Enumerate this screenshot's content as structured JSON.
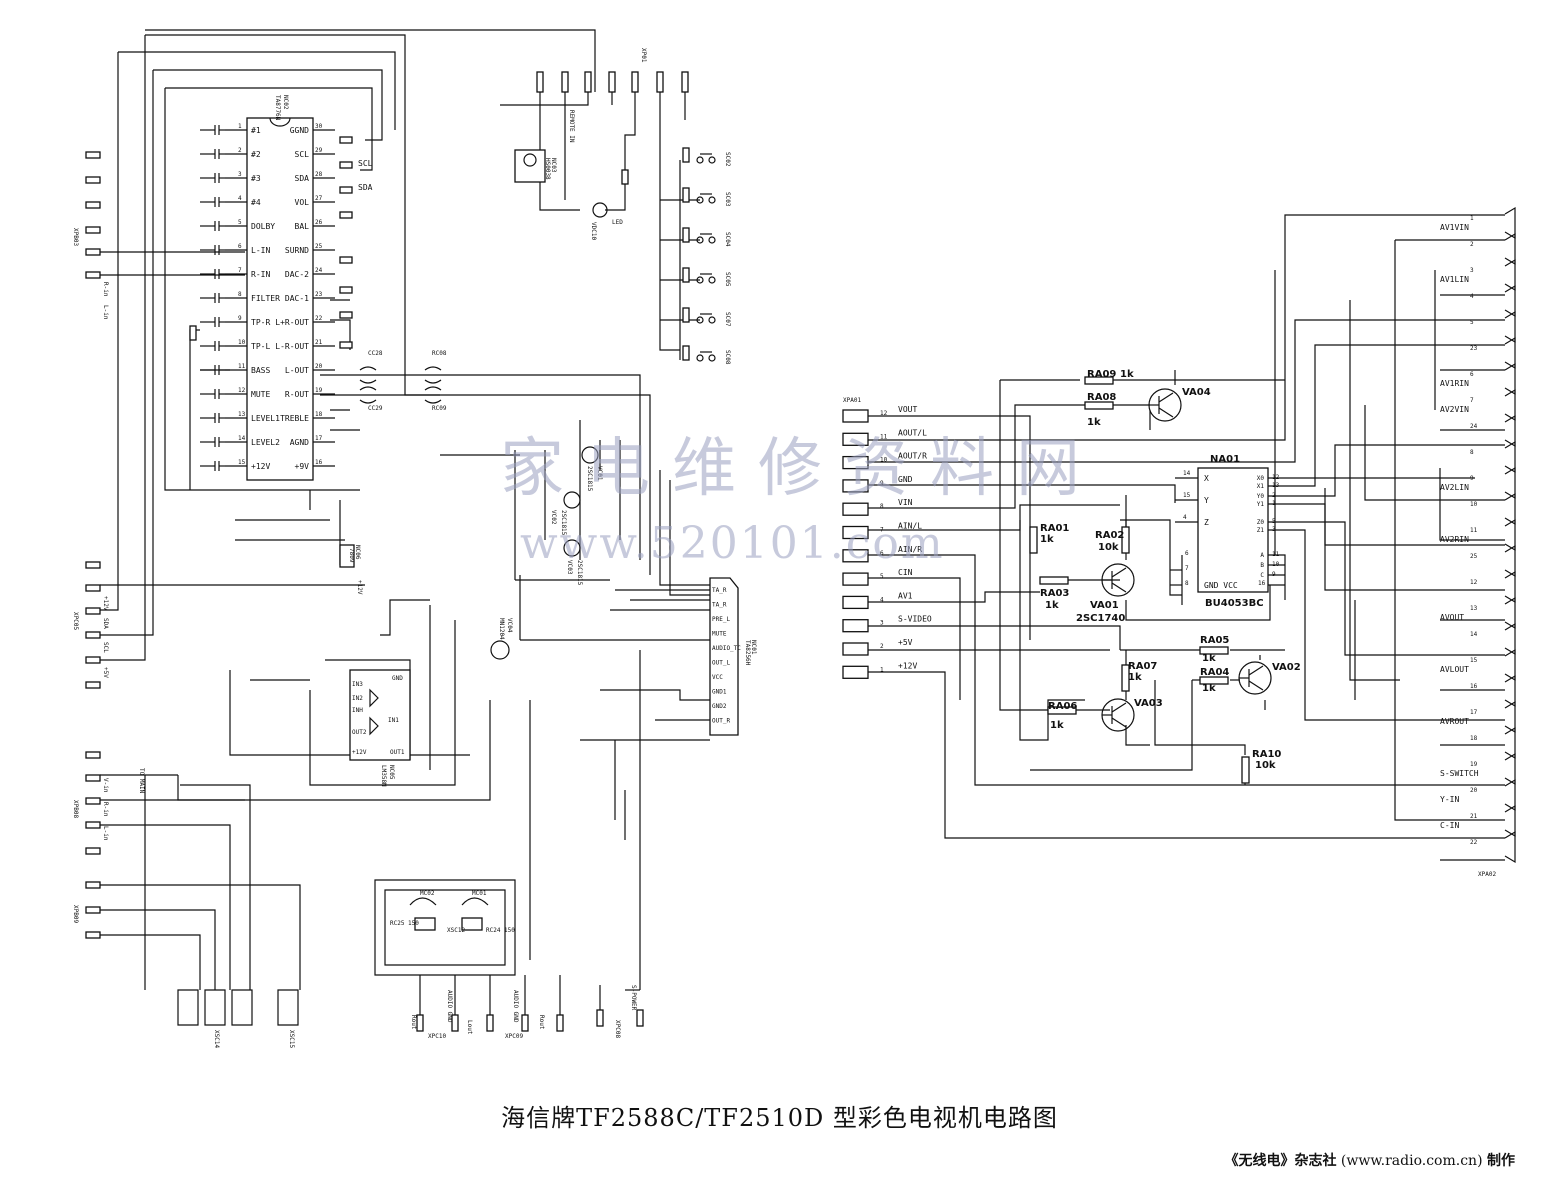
{
  "caption": "海信牌TF2588C/TF2510D 型彩色电视机电路图",
  "credit": {
    "magazine": "《无线电》杂志社",
    "url": "(www.radio.com.cn)",
    "suffix": "制作"
  },
  "watermark": {
    "chinese": "家电维修资料网",
    "url": "www.520101.com"
  },
  "left": {
    "ic_main": {
      "ref": "NC02",
      "part": "TA8776N",
      "left_pins": [
        "#1",
        "#2",
        "#3",
        "#4",
        "DOLBY",
        "L-IN",
        "R-IN",
        "FILTER",
        "TP-R",
        "TP-L",
        "BASS",
        "MUTE",
        "LEVEL1",
        "LEVEL2",
        "+12V"
      ],
      "right_pins": [
        "GGND",
        "SCL",
        "SDA",
        "VOL",
        "BAL",
        "SURND",
        "DAC-2",
        "DAC-1",
        "L+R-OUT",
        "L-R-OUT",
        "L-OUT",
        "R-OUT",
        "TREBLE",
        "AGND",
        "+9V"
      ],
      "left_nums": [
        "1",
        "2",
        "3",
        "4",
        "5",
        "6",
        "7",
        "8",
        "9",
        "10",
        "11",
        "12",
        "13",
        "14",
        "15"
      ],
      "right_nums": [
        "30",
        "29",
        "28",
        "27",
        "26",
        "25",
        "24",
        "23",
        "22",
        "21",
        "20",
        "19",
        "18",
        "17",
        "16"
      ]
    },
    "net_labels": [
      "SCL",
      "SDA"
    ],
    "connectors": {
      "xpb03": "XPB03",
      "xpb03_pins": [
        "R-in",
        "L-in"
      ],
      "xpc05": "XPC05",
      "xpc05_pins": [
        "+12V",
        "SDA",
        "SCL",
        "+5V"
      ],
      "xpb08": "XPB08",
      "xpb08_pins": [
        "V-in",
        "R-in",
        "L-in"
      ],
      "xpb09": "XPB09",
      "to_main": "TO MAIN",
      "xpc10": "XPC10",
      "xpc09": "XPC09",
      "xpc08": "XPC08",
      "xp01": "XP01",
      "xsc14": "XSC14",
      "xsc15": "XSC15",
      "bottom_labels": [
        "Rout",
        "AUDIO GND",
        "Lout",
        "AUDIO GND",
        "Rout"
      ],
      "s_power": "S-POWER"
    },
    "remote": {
      "label": "REMOTE IN",
      "ref": "NC03",
      "part": "HS0038",
      "led": "LED",
      "vd": "VDC10"
    },
    "ic_amp": {
      "ref": "NC01",
      "part": "TA8256H",
      "pins": [
        "TA_R",
        "TA_R",
        "PRE_L",
        "MUTE",
        "AUDIO_TC",
        "OUT_L",
        "VCC",
        "GND1",
        "GND2",
        "OUT_R"
      ]
    },
    "ic_reg": {
      "ref": "NC05",
      "part": "LM358N",
      "pins": [
        "GND",
        "IN3",
        "IN2",
        "INH",
        "IN1",
        "OUT2",
        "+12V",
        "OUT1"
      ]
    },
    "ic_7809": {
      "ref": "NC06",
      "part": "7809",
      "pin": "+12V"
    },
    "transistors": [
      "VC01",
      "VC02",
      "VC03",
      "VC04"
    ],
    "transistor_parts": [
      "2SC1815",
      "2SC1815",
      "2SC1815",
      "MN1204"
    ],
    "mc": [
      "MC02",
      "MC01"
    ],
    "sc_switches": [
      "SC02",
      "SC03",
      "SC04",
      "SC05",
      "SC07",
      "SC08"
    ],
    "coupling": [
      "CC28",
      "CC29",
      "RC08",
      "RC09"
    ],
    "misc_labels": [
      "RC24 150",
      "RC25 150",
      "XSC12"
    ]
  },
  "right": {
    "connector_in": {
      "ref": "XPA01",
      "pins": [
        {
          "num": "12",
          "name": "VOUT"
        },
        {
          "num": "11",
          "name": "AOUT/L"
        },
        {
          "num": "10",
          "name": "AOUT/R"
        },
        {
          "num": "9",
          "name": "GND"
        },
        {
          "num": "8",
          "name": "VIN"
        },
        {
          "num": "7",
          "name": "AIN/L"
        },
        {
          "num": "6",
          "name": "AIN/R"
        },
        {
          "num": "5",
          "name": "CIN"
        },
        {
          "num": "4",
          "name": "AV1"
        },
        {
          "num": "3",
          "name": "S-VIDEO"
        },
        {
          "num": "2",
          "name": "+5V"
        },
        {
          "num": "1",
          "name": "+12V"
        }
      ]
    },
    "ic": {
      "ref": "NA01",
      "part": "BU4053BC",
      "left_pins": [
        {
          "num": "14",
          "name": "X"
        },
        {
          "num": "15",
          "name": "Y"
        },
        {
          "num": "4",
          "name": "Z"
        }
      ],
      "right_pins": [
        {
          "num": "12",
          "name": "X0"
        },
        {
          "num": "13",
          "name": "X1"
        },
        {
          "num": "2",
          "name": "Y0"
        },
        {
          "num": "1",
          "name": "Y1"
        },
        {
          "num": "5",
          "name": "Z0"
        },
        {
          "num": "3",
          "name": "Z1"
        },
        {
          "num": "11",
          "name": "A"
        },
        {
          "num": "10",
          "name": "B"
        },
        {
          "num": "9",
          "name": "C"
        }
      ],
      "bottom": "GND VCC",
      "bottom_left_nums": [
        "6",
        "7",
        "8"
      ],
      "bottom_right_num": "16"
    },
    "transistors": [
      {
        "ref": "VA04"
      },
      {
        "ref": "VA01",
        "part": "2SC1740"
      },
      {
        "ref": "VA02"
      },
      {
        "ref": "VA03"
      }
    ],
    "resistors": [
      {
        "ref": "RA09",
        "val": "1k"
      },
      {
        "ref": "RA08",
        "val": "1k"
      },
      {
        "ref": "RA01",
        "val": "1k"
      },
      {
        "ref": "RA02",
        "val": "10k"
      },
      {
        "ref": "RA03",
        "val": "1k"
      },
      {
        "ref": "RA05",
        "val": "1k"
      },
      {
        "ref": "RA04",
        "val": "1k"
      },
      {
        "ref": "RA07",
        "val": "1k"
      },
      {
        "ref": "RA06",
        "val": "1k"
      },
      {
        "ref": "RA10",
        "val": "10k"
      }
    ],
    "connector_out": {
      "ref": "XPA02",
      "pins": [
        {
          "num": "1",
          "name": "AV1VIN"
        },
        {
          "num": "2",
          "name": ""
        },
        {
          "num": "3",
          "name": "AV1LIN"
        },
        {
          "num": "4",
          "name": ""
        },
        {
          "num": "5",
          "name": ""
        },
        {
          "num": "23",
          "name": ""
        },
        {
          "num": "6",
          "name": "AV1RIN"
        },
        {
          "num": "7",
          "name": "AV2VIN"
        },
        {
          "num": "24",
          "name": ""
        },
        {
          "num": "8",
          "name": ""
        },
        {
          "num": "9",
          "name": "AV2LIN"
        },
        {
          "num": "10",
          "name": ""
        },
        {
          "num": "11",
          "name": "AV2RIN"
        },
        {
          "num": "25",
          "name": ""
        },
        {
          "num": "12",
          "name": ""
        },
        {
          "num": "13",
          "name": "AVOUT"
        },
        {
          "num": "14",
          "name": ""
        },
        {
          "num": "15",
          "name": "AVLOUT"
        },
        {
          "num": "16",
          "name": ""
        },
        {
          "num": "17",
          "name": "AVROUT"
        },
        {
          "num": "18",
          "name": ""
        },
        {
          "num": "19",
          "name": "S-SWITCH"
        },
        {
          "num": "20",
          "name": "Y-IN"
        },
        {
          "num": "21",
          "name": "C-IN"
        },
        {
          "num": "22",
          "name": ""
        }
      ]
    }
  }
}
